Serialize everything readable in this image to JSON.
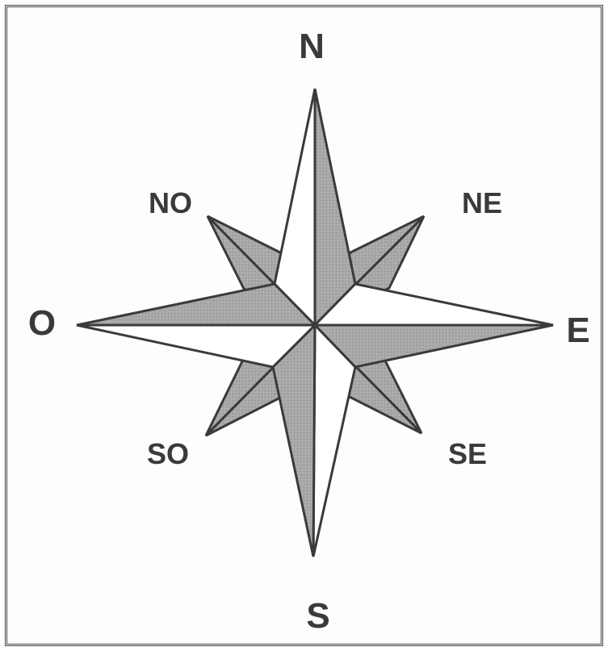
{
  "labels": {
    "n": "N",
    "ne": "NE",
    "e": "E",
    "se": "SE",
    "s": "S",
    "so": "SO",
    "o": "O",
    "no": "NO"
  },
  "colors": {
    "dark_fill": "#a6a6a6",
    "light_fill": "#ffffff",
    "outline": "#3a3a3a",
    "label": "#3a3a3a"
  }
}
